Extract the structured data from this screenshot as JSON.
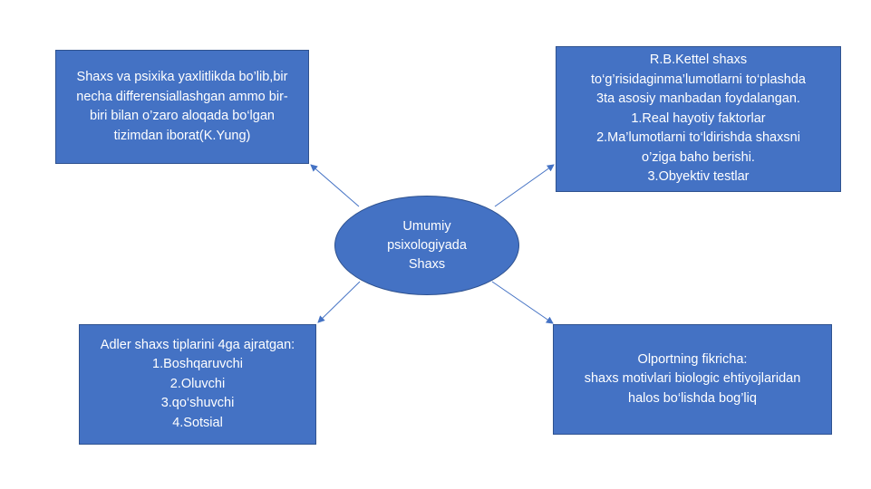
{
  "diagram": {
    "center": {
      "lines": [
        "Umumiy",
        "psixologiyada",
        "Shaxs"
      ]
    },
    "nodes": {
      "top_left": {
        "lines": [
          "Shaxs va psixika yaxlitlikda bo’lib,bir",
          "necha differensiallashgan ammo bir-",
          "biri bilan o’zaro aloqada bo‘lgan",
          "tizimdan iborat(K.Yung)"
        ]
      },
      "top_right": {
        "lines": [
          "R.B.Kettel shaxs",
          "to‘g’risidaginma’lumotlarni to‘plashda",
          "3ta asosiy manbadan foydalangan.",
          "1.Real hayotiy faktorlar",
          "2.Ma’lumotlarni to‘ldirishda shaxsni",
          "o’ziga baho berishi.",
          "3.Obyektiv testlar"
        ]
      },
      "bottom_left": {
        "lines": [
          "Adler shaxs tiplarini 4ga ajratgan:",
          "1.Boshqaruvchi",
          "2.Oluvchi",
          "3.qo‘shuvchi",
          "4.Sotsial"
        ]
      },
      "bottom_right": {
        "lines": [
          "Olportning fikricha:",
          "shaxs motivlari biologic ehtiyojlaridan",
          "halos bo‘lishda bog’liq"
        ]
      }
    },
    "colors": {
      "node_fill": "#4472c4",
      "node_border": "#2f528f",
      "text": "#ffffff",
      "connector": "#4472c4"
    }
  }
}
